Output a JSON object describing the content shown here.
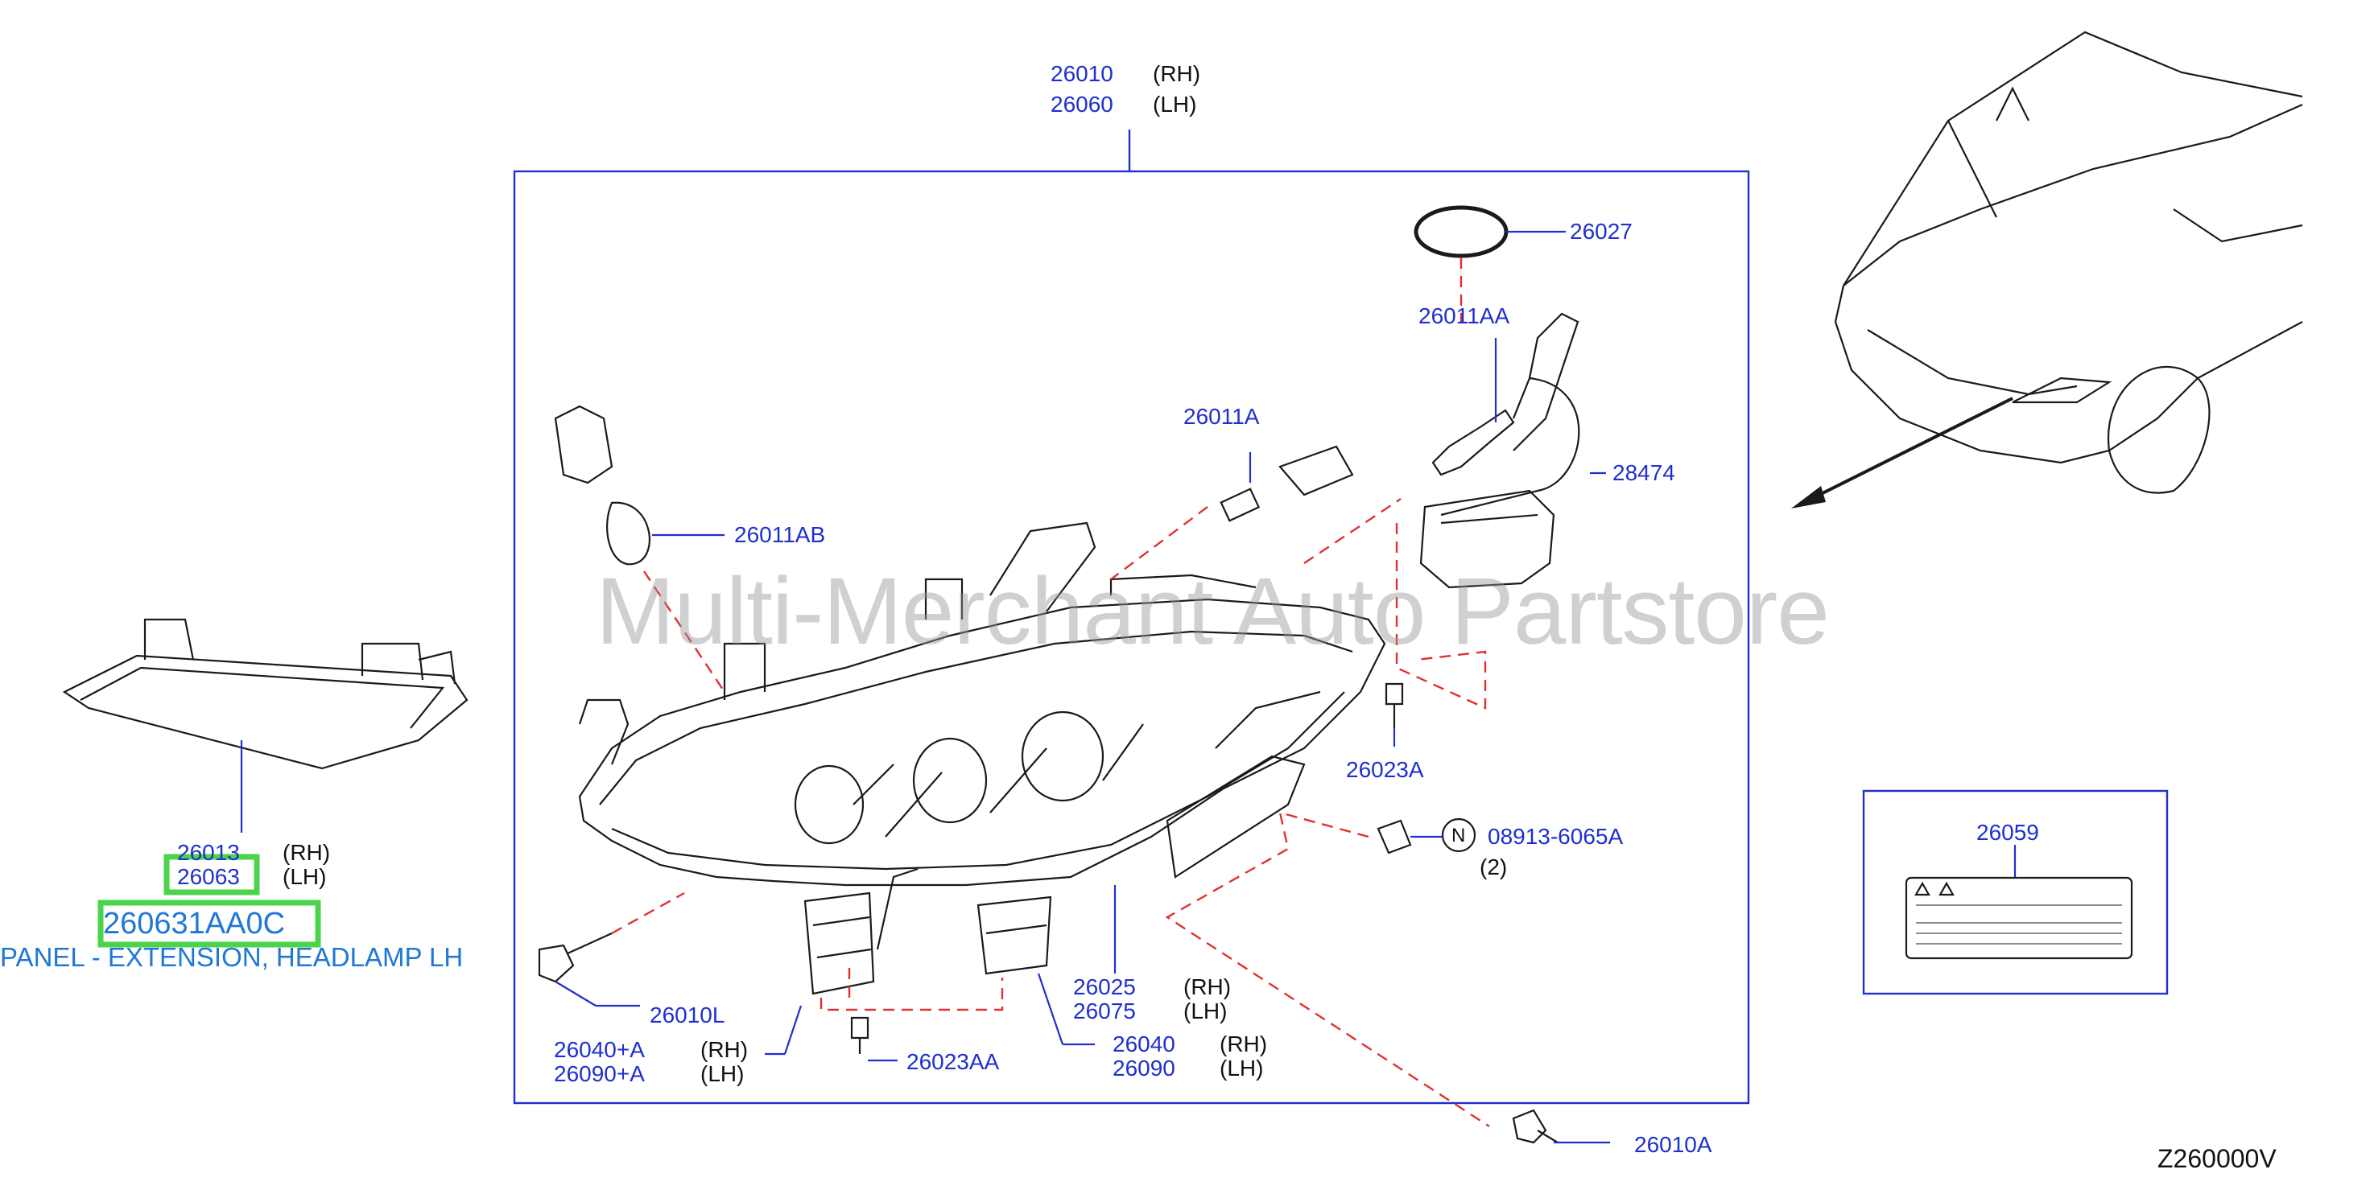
{
  "watermark": "Multi-Merchant Auto Partstore",
  "diagram_code": "Z260000V",
  "highlight_color": "#4cd34c",
  "label_color": "#1f2fd0",
  "part_name_color": "#1f77d8",
  "part_name": "PANEL - EXTENSION, HEADLAMP LH",
  "highlighted_part_number": "260631AA0C",
  "callouts": {
    "c26010": "26010",
    "c26010_side": "(RH)",
    "c26060": "26060",
    "c26060_side": "(LH)",
    "c26027": "26027",
    "c26011AA": "26011AA",
    "c26011A": "26011A",
    "c28474": "28474",
    "c26011AB": "26011AB",
    "c26023A": "26023A",
    "c08913": "08913-6065A",
    "c08913_qty": "(2)",
    "c08913_symbol": "N",
    "c26013": "26013",
    "c26013_side": "(RH)",
    "c26063": "26063",
    "c26063_side": "(LH)",
    "c26010L": "26010L",
    "c26040A": "26040+A",
    "c26040A_side": "(RH)",
    "c26090A": "26090+A",
    "c26090A_side": "(LH)",
    "c26023AA": "26023AA",
    "c26025": "26025",
    "c26025_side": "(RH)",
    "c26075": "26075",
    "c26075_side": "(LH)",
    "c26040": "26040",
    "c26040_side": "(RH)",
    "c26090": "26090",
    "c26090_side": "(LH)",
    "c26010A": "26010A",
    "c26059": "26059"
  },
  "icons": [
    "headlamp-assembly-icon",
    "bulb-icon",
    "socket-icon",
    "o-ring-icon",
    "ballast-icon",
    "screw-icon",
    "clip-icon",
    "bracket-icon",
    "extension-panel-icon",
    "warning-label-icon",
    "vehicle-icon",
    "direction-arrow-icon"
  ]
}
